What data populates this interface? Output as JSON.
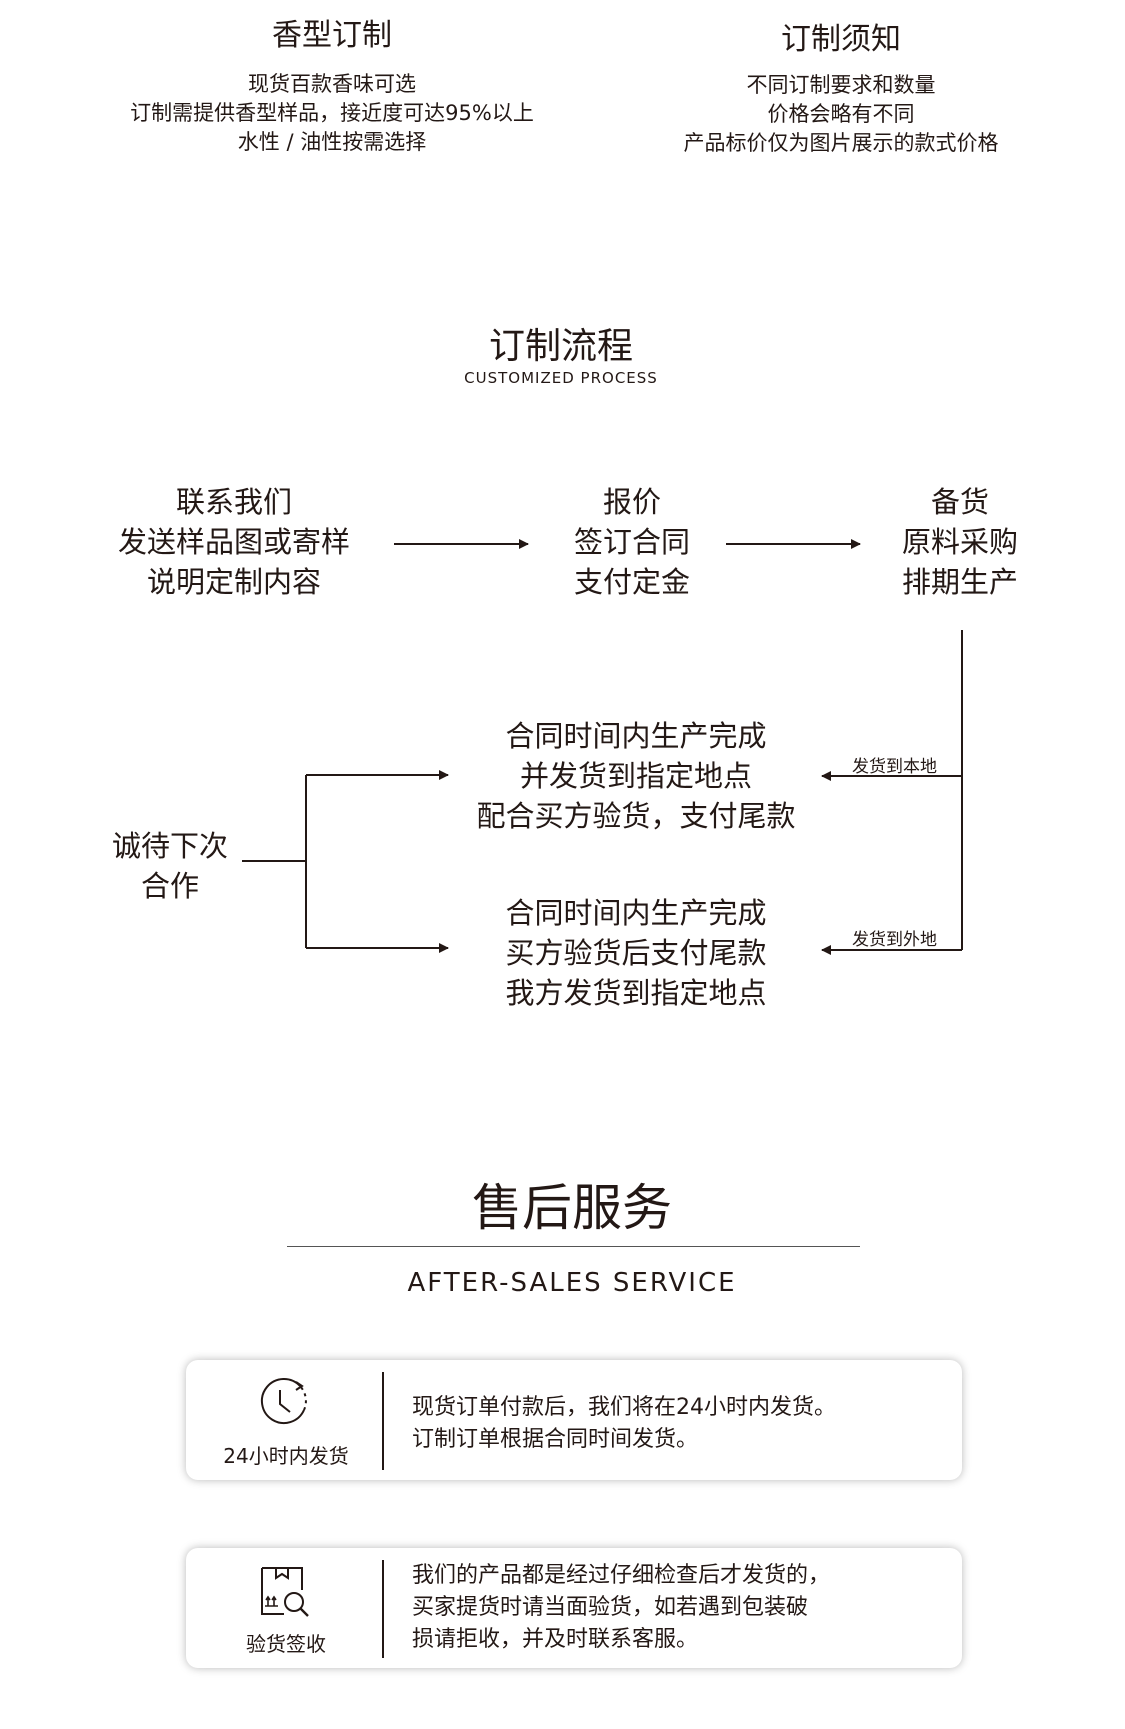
{
  "sections": {
    "scent": {
      "title": "香型订制",
      "lines": [
        "现货百款香味可选",
        "订制需提供香型样品，接近度可达95%以上",
        "水性 / 油性按需选择"
      ]
    },
    "notice": {
      "title": "订制须知",
      "lines": [
        "不同订制要求和数量",
        "价格会略有不同",
        "产品标价仅为图片展示的款式价格"
      ]
    }
  },
  "process": {
    "title": "订制流程",
    "subtitle": "CUSTOMIZED PROCESS",
    "step1": [
      "联系我们",
      "发送样品图或寄样",
      "说明定制内容"
    ],
    "step2": [
      "报价",
      "签订合同",
      "支付定金"
    ],
    "step3": [
      "备货",
      "原料采购",
      "排期生产"
    ],
    "local": {
      "tag": "发货到本地",
      "lines": [
        "合同时间内生产完成",
        "并发货到指定地点",
        "配合买方验货，支付尾款"
      ]
    },
    "remote": {
      "tag": "发货到外地",
      "lines": [
        "合同时间内生产完成",
        "买方验货后支付尾款",
        "我方发货到指定地点"
      ]
    },
    "thanks": [
      "诚待下次",
      "合作"
    ]
  },
  "after_sales": {
    "title": "售后服务",
    "subtitle": "AFTER-SALES SERVICE",
    "cards": [
      {
        "icon": "clock-icon",
        "label": "24小时内发货",
        "lines": [
          "现货订单付款后，我们将在24小时内发货。",
          "订制订单根据合同时间发货。"
        ]
      },
      {
        "icon": "package-inspect-icon",
        "label": "验货签收",
        "lines": [
          "我们的产品都是经过仔细检查后才发货的，",
          "买家提货时请当面验货，如若遇到包装破",
          "损请拒收，并及时联系客服。"
        ]
      }
    ]
  },
  "colors": {
    "text": "#231815",
    "background": "#ffffff"
  }
}
